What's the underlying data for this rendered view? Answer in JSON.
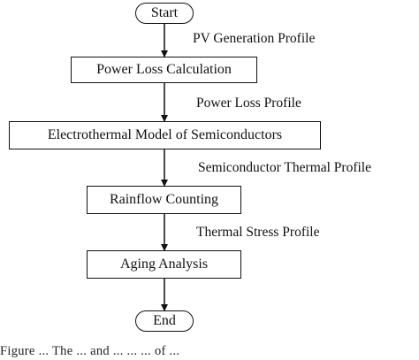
{
  "flowchart": {
    "start": "Start",
    "steps": [
      "Power Loss Calculation",
      "Electrothermal Model of Semiconductors",
      "Rainflow Counting",
      "Aging Analysis"
    ],
    "end": "End",
    "edge_labels": [
      "PV Generation Profile",
      "Power Loss Profile",
      "Semiconductor Thermal Profile",
      "Thermal Stress Profile"
    ]
  },
  "caption": "Figure ... The ... and ... ... ... of ..."
}
